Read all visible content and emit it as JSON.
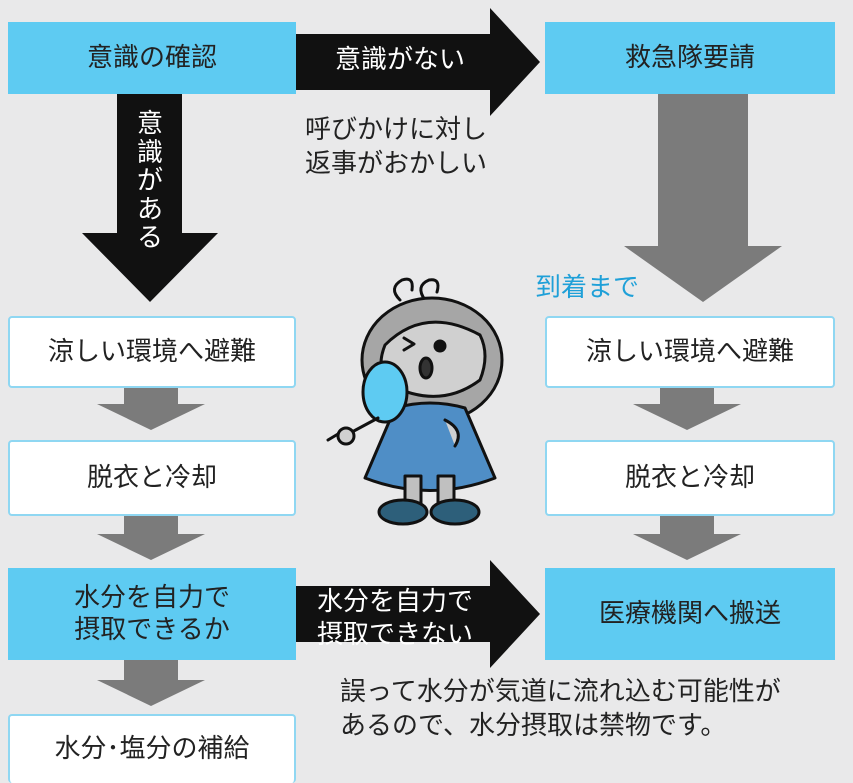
{
  "left": {
    "confirm": "意識の確認",
    "conscious_chars": [
      "意",
      "識",
      "が",
      "あ",
      "る"
    ],
    "evacuate": "涼しい環境へ避難",
    "cool": "脱衣と冷却",
    "drink_q_line1": "水分を自力で",
    "drink_q_line2": "摂取できるか",
    "supply": "水分･塩分の補給"
  },
  "right": {
    "ambulance": "救急隊要請",
    "until_arrival": "到着まで",
    "evacuate": "涼しい環境へ避難",
    "cool": "脱衣と冷却",
    "transport": "医療機関へ搬送"
  },
  "arrows": {
    "unconscious": "意識がない",
    "cannot_drink_line1": "水分を自力で",
    "cannot_drink_line2": "摂取できない"
  },
  "notes": {
    "abnormal_line1": "呼びかけに対し",
    "abnormal_line2": "返事がおかしい",
    "warning_line1": "誤って水分が気道に流れ込む可能性が",
    "warning_line2": "あるので、水分摂取は禁物です。"
  },
  "colors": {
    "accent_blue": "#5ecbf2",
    "arrow_black": "#111111",
    "arrow_gray": "#7b7b7b",
    "label_blue": "#1fa0d8"
  }
}
